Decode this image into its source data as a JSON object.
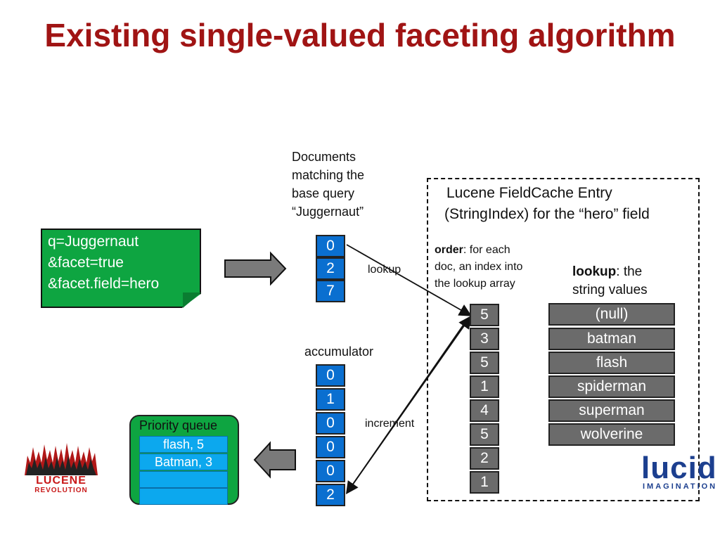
{
  "title": "Existing single-valued faceting algorithm",
  "query_box": {
    "lines": [
      "q=Juggernaut",
      "&facet=true",
      "&facet.field=hero"
    ]
  },
  "docs_label": [
    "Documents",
    "matching the",
    "base query",
    "“Juggernaut”"
  ],
  "docs": [
    "0",
    "2",
    "7"
  ],
  "lookup_arrow_label": "lookup",
  "accumulator_label": "accumulator",
  "accumulator": [
    "0",
    "1",
    "0",
    "0",
    "0",
    "2"
  ],
  "increment_label": "increment",
  "fieldcache": {
    "title_lines": [
      "Lucene FieldCache Entry",
      "(StringIndex) for the “hero” field"
    ],
    "order_bold": "order",
    "order_rest": ": for each",
    "order_lines": [
      "doc, an index into",
      "the lookup array"
    ],
    "order_values": [
      "5",
      "3",
      "5",
      "1",
      "4",
      "5",
      "2",
      "1"
    ],
    "lookup_bold": "lookup",
    "lookup_rest": ": the",
    "lookup_line2": "string values",
    "lookup_values": [
      "(null)",
      "batman",
      "flash",
      "spiderman",
      "superman",
      "wolverine"
    ]
  },
  "priority_queue": {
    "label": "Priority queue",
    "items": [
      "flash, 5",
      "Batman, 3",
      "",
      ""
    ]
  },
  "logos": {
    "left_text": [
      "LUCENE",
      "REVOLUTION"
    ],
    "right_main": "lucid",
    "right_sub": "IMAGINATION"
  },
  "colors": {
    "title": "#a01414",
    "green": "#0ea541",
    "blue_cell": "#0a6fd0",
    "gray_cell": "#6b6b6b",
    "pq_item": "#0ca8ee",
    "lucid_blue": "#1c3f8f"
  }
}
